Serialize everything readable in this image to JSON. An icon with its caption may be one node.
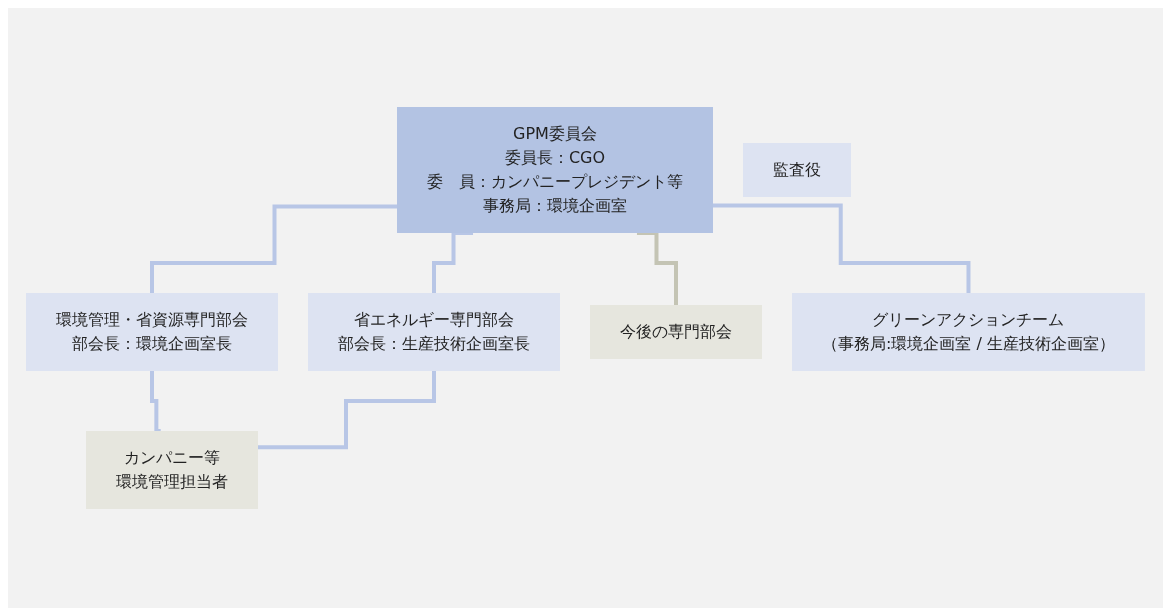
{
  "diagram": {
    "nodes": [
      {
        "text": [
          "GPM委員会",
          "委員長：CGO",
          "委　員：カンパニープレジデント等",
          "事務局：環境企画室"
        ]
      },
      {
        "text": [
          "監査役"
        ]
      },
      {
        "text": [
          "環境管理・省資源専門部会",
          "部会長：環境企画室長"
        ]
      },
      {
        "text": [
          "省エネルギー専門部会",
          "部会長：生産技術企画室長"
        ]
      },
      {
        "text": [
          "今後の専門部会"
        ]
      },
      {
        "text": [
          "グリーンアクションチーム",
          "（事務局:環境企画室 / 生産技術企画室）"
        ]
      },
      {
        "text": [
          "カンパニー等",
          "環境管理担当者"
        ]
      }
    ],
    "edges": [
      {
        "from": 0,
        "to": 2,
        "arrow": "none"
      },
      {
        "from": 0,
        "to": 3,
        "arrow": "none"
      },
      {
        "from": 0,
        "to": 4,
        "arrow": "none",
        "color": "#c4c4b4"
      },
      {
        "from": 0,
        "to": 5,
        "arrow": "none"
      },
      {
        "from": 2,
        "to": 6,
        "arrow": "none"
      },
      {
        "from": 3,
        "to": 6,
        "arrow": "none"
      }
    ]
  }
}
